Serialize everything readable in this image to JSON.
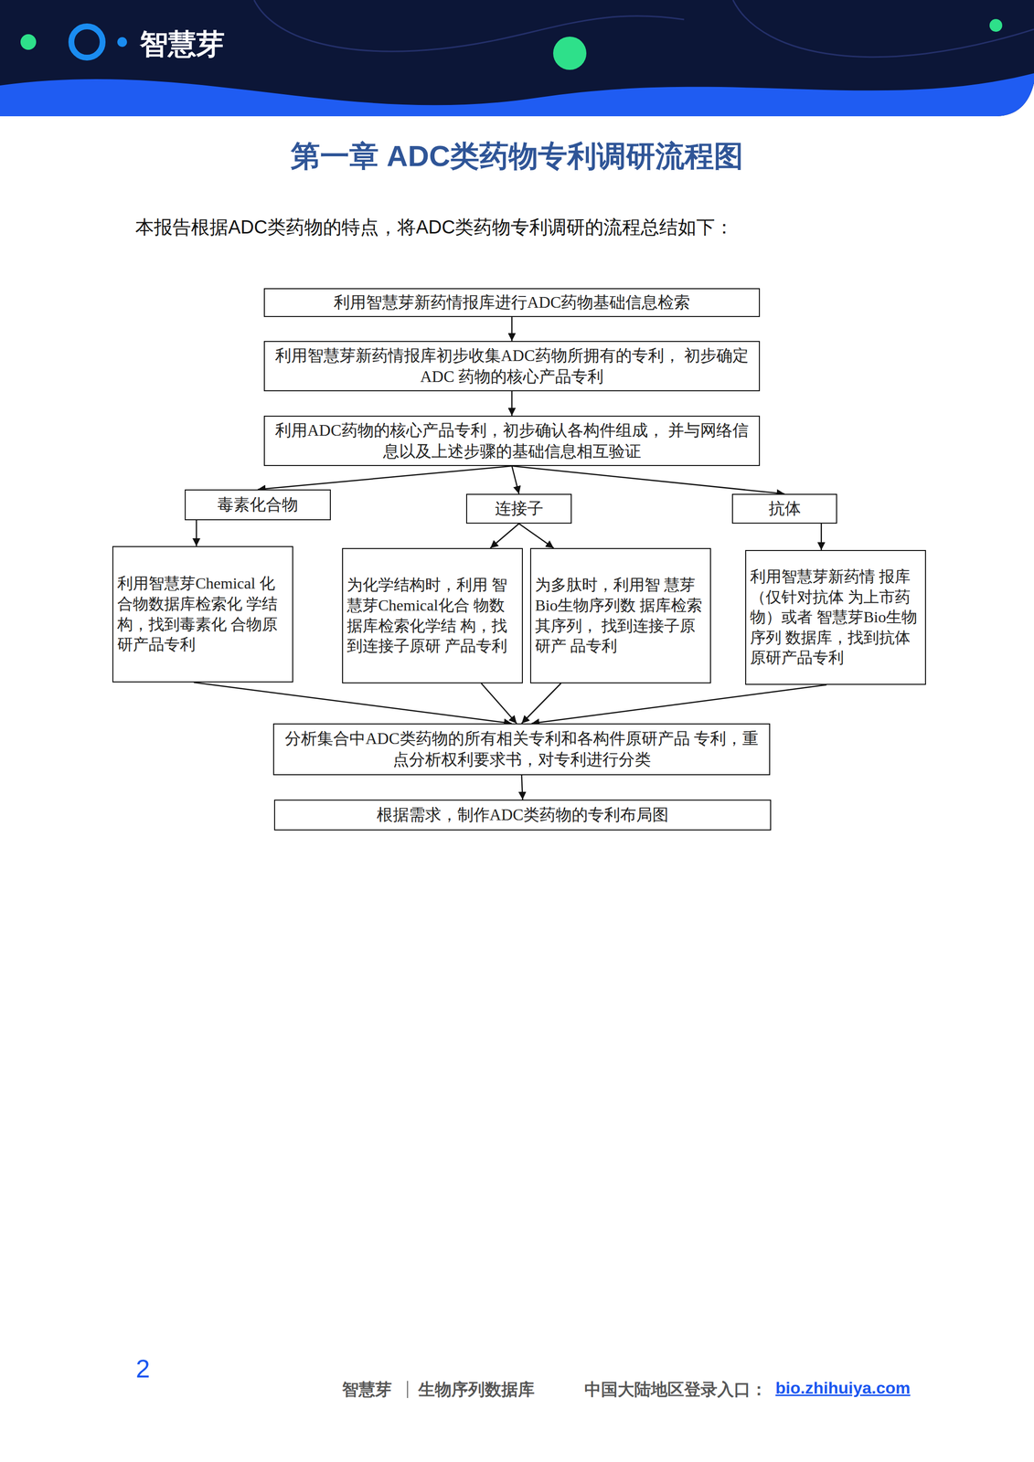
{
  "diagram": {
    "title": "第一章 ADC类药物专利调研流程图",
    "nodes": [
      {
        "text": [
          "利用智慧芽新药情报库进行ADC药物基础信息检索"
        ]
      },
      {
        "text": [
          "利用智慧芽新药情报库初步收集ADC药物所拥有的专利， 初步确定ADC 药物的核心产品专利"
        ]
      },
      {
        "text": [
          "利用ADC药物的核心产品专利，初步确认各构件组成， 并与网络信息以及上述步骤的基础信息相互验证"
        ]
      },
      {
        "text": [
          "毒素化合物"
        ]
      },
      {
        "text": [
          "连接子"
        ]
      },
      {
        "text": [
          "抗体"
        ]
      },
      {
        "text": [
          "利用智慧芽Chemical 化合物数据库检索化 学结构，找到毒素化 合物原研产品专利"
        ]
      },
      {
        "text": [
          "为化学结构时，利用 智慧芽Chemical化合 物数据库检索化学结 构，找到连接子原研 产品专利"
        ]
      },
      {
        "text": [
          "为多肽时，利用智 慧芽Bio生物序列数 据库检索其序列， 找到连接子原研产 品专利"
        ]
      },
      {
        "text": [
          "利用智慧芽新药情 报库（仅针对抗体 为上市药物）或者 智慧芽Bio生物序列 数据库，找到抗体 原研产品专利"
        ]
      },
      {
        "text": [
          "分析集合中ADC类药物的所有相关专利和各构件原研产品 专利，重点分析权利要求书，对专利进行分类"
        ]
      },
      {
        "text": [
          "根据需求，制作ADC类药物的专利布局图"
        ]
      }
    ],
    "edges": [
      {
        "from": 0,
        "to": 1,
        "arrow": "to"
      },
      {
        "from": 1,
        "to": 2,
        "arrow": "to"
      },
      {
        "from": 2,
        "to": 3,
        "arrow": "to"
      },
      {
        "from": 2,
        "to": 4,
        "arrow": "to"
      },
      {
        "from": 2,
        "to": 5,
        "arrow": "to"
      },
      {
        "from": 3,
        "to": 6,
        "arrow": "to"
      },
      {
        "from": 4,
        "to": 7,
        "arrow": "to"
      },
      {
        "from": 4,
        "to": 8,
        "arrow": "to"
      },
      {
        "from": 5,
        "to": 9,
        "arrow": "to"
      },
      {
        "from": 6,
        "to": 10,
        "arrow": "to"
      },
      {
        "from": 7,
        "to": 10,
        "arrow": "to"
      },
      {
        "from": 8,
        "to": 10,
        "arrow": "to"
      },
      {
        "from": 9,
        "to": 10,
        "arrow": "to"
      },
      {
        "from": 10,
        "to": 11,
        "arrow": "to"
      }
    ],
    "labels": [
      "智慧芽",
      "本报告根据ADC类药物的特点，将ADC类药物专利调研的流程总结如下：",
      "2",
      "智慧芽",
      "生物序列数据库",
      "中国大陆地区登录入口：",
      "bio.zhihuiya.com"
    ]
  }
}
